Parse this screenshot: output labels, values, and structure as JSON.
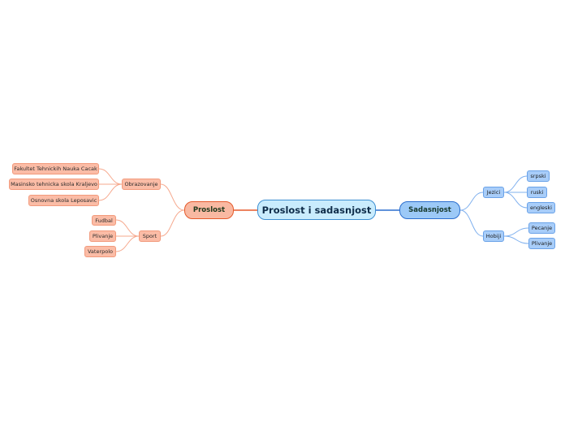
{
  "central": {
    "label": "Proslost i sadasnjost"
  },
  "left": {
    "label": "Proslost",
    "children": [
      {
        "label": "Obrazovanje",
        "children": [
          {
            "label": "Fakultet Tehnickih Nauka Cacak"
          },
          {
            "label": "Masinsko tehnicka skola Kraljevo"
          },
          {
            "label": "Osnovna skola Leposavic"
          }
        ]
      },
      {
        "label": "Sport",
        "children": [
          {
            "label": "Fudbal"
          },
          {
            "label": "Plivanje"
          },
          {
            "label": "Vaterpolo"
          }
        ]
      }
    ]
  },
  "right": {
    "label": "Sadasnjost",
    "children": [
      {
        "label": "Jezici",
        "children": [
          {
            "label": "srpski"
          },
          {
            "label": "ruski"
          },
          {
            "label": "engleski"
          }
        ]
      },
      {
        "label": "Hobiji",
        "children": [
          {
            "label": "Pecanje"
          },
          {
            "label": "Plivanje"
          }
        ]
      }
    ]
  },
  "colors": {
    "left_branch": "#e55a2b",
    "left_fill": "#f9b9a2",
    "right_branch": "#2c6fcf",
    "right_fill": "#9cc9f7",
    "central_fill": "#c9ecfd",
    "central_border": "#3d8fd1"
  }
}
